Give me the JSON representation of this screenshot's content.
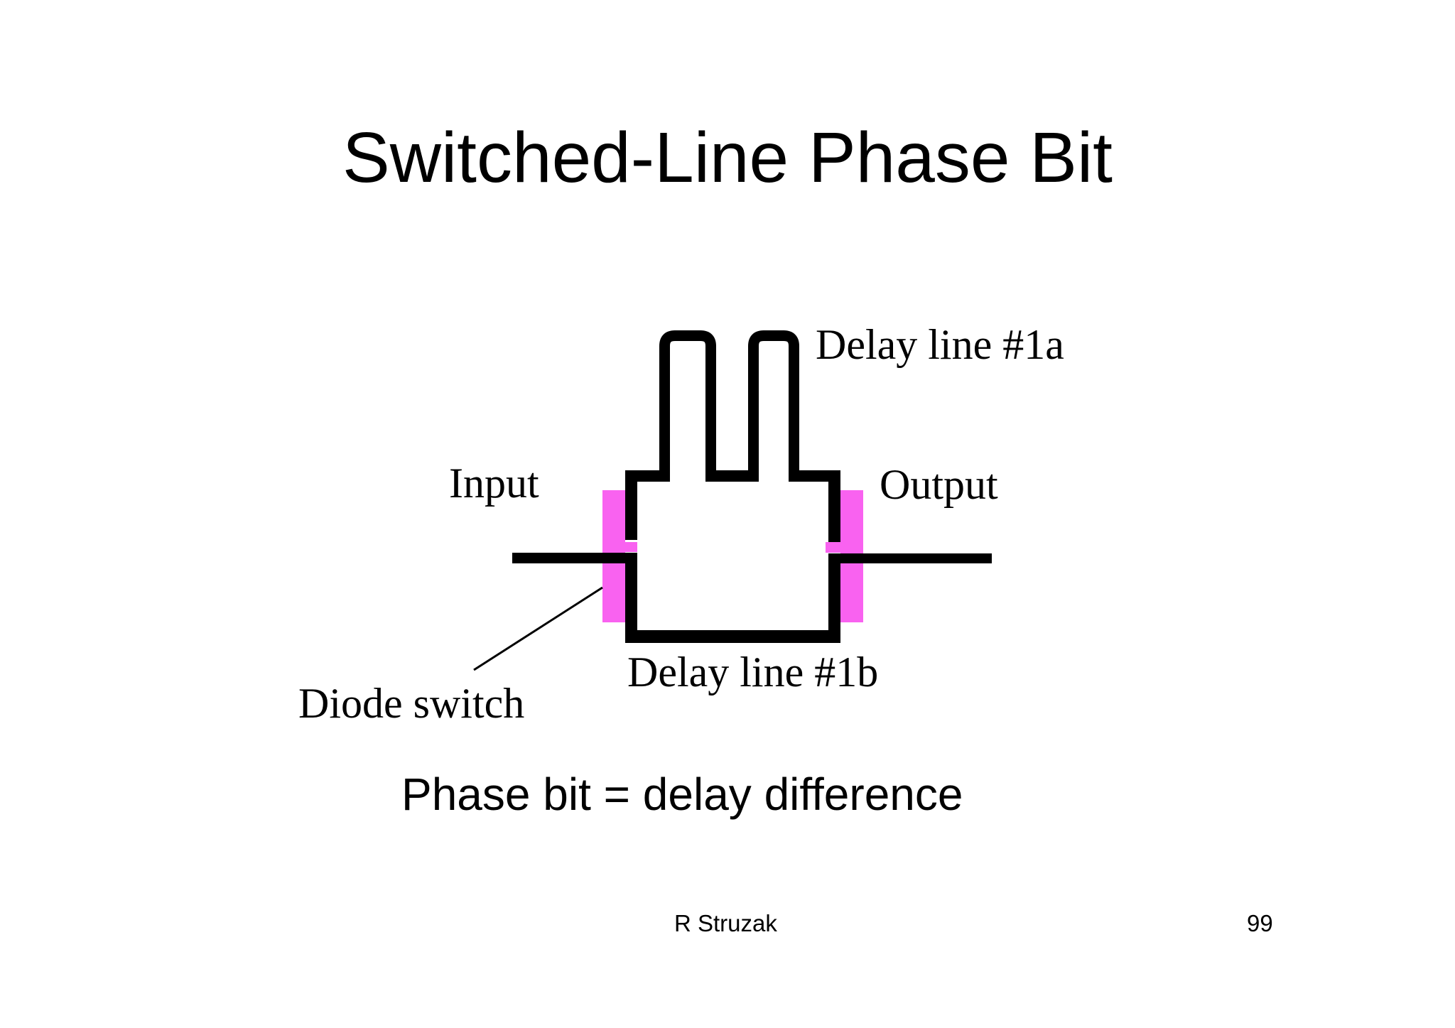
{
  "slide": {
    "title": "Switched-Line Phase Bit",
    "equation": "Phase bit = delay difference",
    "footer": {
      "author": "R Struzak",
      "page_number": "99"
    }
  },
  "diagram": {
    "labels": {
      "delay_line_top": "Delay line #1a",
      "delay_line_bottom": "Delay line #1b",
      "input": "Input",
      "output": "Output",
      "diode_switch": "Diode switch"
    },
    "colors": {
      "line": "#000000",
      "diode_switch_pink": "#F962F0"
    }
  }
}
